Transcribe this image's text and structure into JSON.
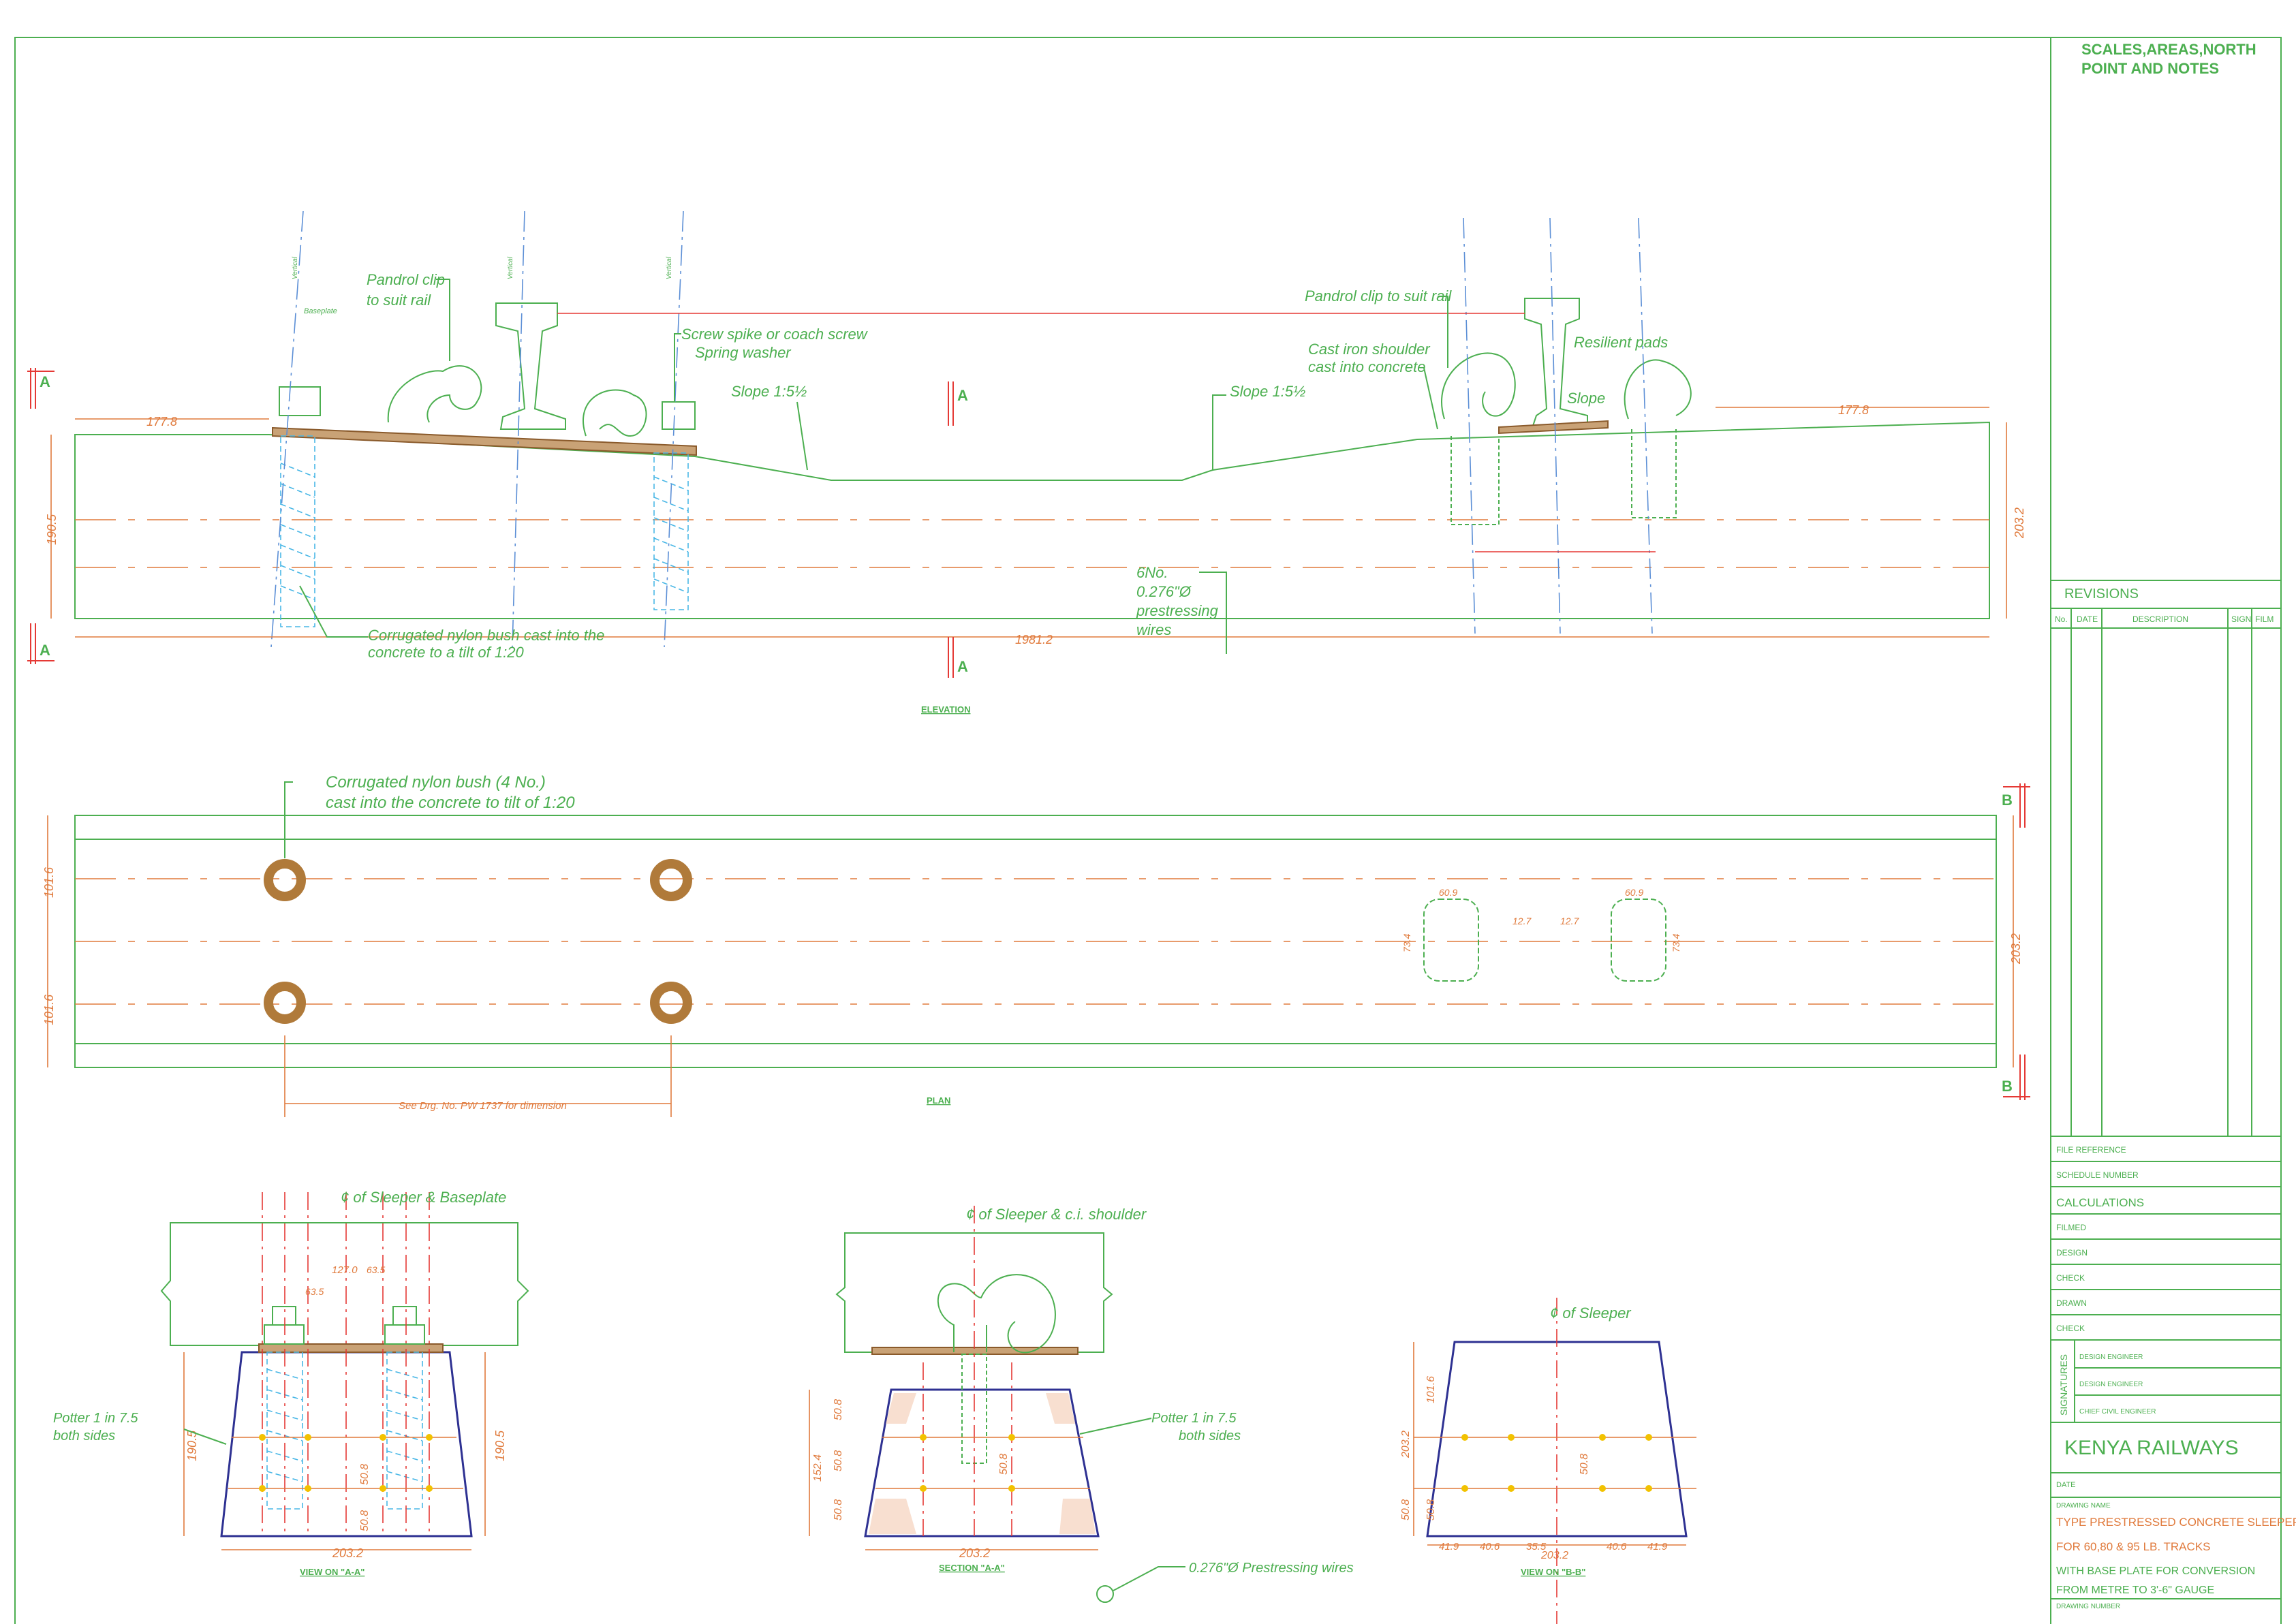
{
  "title_block": {
    "scales_header_line1": "SCALES,AREAS,NORTH",
    "scales_header_line2": "POINT AND NOTES",
    "revisions": "REVISIONS",
    "rev_cols": [
      "No.",
      "DATE",
      "DESCRIPTION",
      "SIGN",
      "FILM"
    ],
    "file_reference": "FILE REFERENCE",
    "schedule_number": "SCHEDULE NUMBER",
    "calculations": "CALCULATIONS",
    "filmed": "FILMED",
    "design": "DESIGN",
    "check1": "CHECK",
    "drawn": "DRAWN",
    "check2": "CHECK",
    "signatures": "SIGNATURES",
    "sig_rows": [
      "DESIGN ENGINEER",
      "DESIGN ENGINEER",
      "CHIEF CIVIL ENGINEER"
    ],
    "company": "KENYA RAILWAYS",
    "date": "DATE",
    "drawing_name": "DRAWING NAME",
    "title_line1": "TYPE PRESTRESSED CONCRETE SLEEPER",
    "title_line2": "FOR 60,80 & 95 LB. TRACKS",
    "title_line3": "WITH BASE PLATE FOR CONVERSION",
    "title_line4": "FROM METRE TO 3'-6\" GAUGE",
    "drawing_number": "DRAWING NUMBER"
  },
  "views": {
    "elevation": "ELEVATION",
    "plan": "PLAN",
    "view_aa": "VIEW ON \"A-A\"",
    "section_aa": "SECTION \"A-A\"",
    "view_bb": "VIEW ON \"B-B\""
  },
  "section_marks": {
    "a": "A",
    "b": "B"
  },
  "elevation": {
    "pandrol_clip_left_1": "Pandrol clip",
    "pandrol_clip_left_2": "to suit rail",
    "screw_spike_1": "Screw spike or coach screw",
    "screw_spike_2": "Spring washer",
    "slope_left": "Slope 1:5½",
    "slope_right": "Slope 1:5½",
    "pandrol_clip_right": "Pandrol clip to suit rail",
    "cast_iron_1": "Cast iron shoulder",
    "cast_iron_2": "cast into concrete",
    "resilient_pads": "Resilient pads",
    "slope_small": "Slope",
    "corrugated_1": "Corrugated nylon bush cast into the",
    "corrugated_2": "concrete to a tilt of 1:20",
    "prestress_1": "6No.",
    "prestress_2": "0.276\"Ø",
    "prestress_3": "prestressing",
    "prestress_4": "wires",
    "dim_left": "177.8",
    "dim_right": "177.8",
    "dim_height_left": "190.5",
    "dim_height_right": "203.2",
    "dim_length": "1981.2",
    "baseplate": "Baseplate",
    "vertical": "Vertical"
  },
  "plan": {
    "bush_1": "Corrugated nylon bush (4 No.)",
    "bush_2": "cast into the concrete to tilt of 1:20",
    "see_drg": "See Drg. No. PW 1737 for dimension",
    "dim_left_top": "101.6",
    "dim_left_bot": "101.6",
    "dim_right": "203.2",
    "dim_609_a": "60.9",
    "dim_609_b": "60.9",
    "dim_12_a": "12.7",
    "dim_12_b": "12.7",
    "dim_734_a": "73.4",
    "dim_734_b": "73.4"
  },
  "view_aa": {
    "label": "¢ of Sleeper & Baseplate",
    "potter_1": "Potter 1 in 7.5",
    "potter_2": "both sides",
    "dim_h": "190.5",
    "dim_h2": "190.5",
    "dim_bottom": "203.2",
    "dim_top_1": "127.0",
    "dim_top_2": "63.5",
    "dim_top_3": "63.5",
    "dim_508": "50.8",
    "dim_508b": "50.8"
  },
  "section_aa": {
    "label": "¢ of Sleeper & c.i. shoulder",
    "potter_1": "Potter 1 in 7.5",
    "potter_2": "both sides",
    "dim_bottom": "203.2",
    "dim_h": "152.4",
    "dim_508a": "50.8",
    "dim_508b": "50.8",
    "dim_508c": "50.8",
    "dim_508d": "50.8",
    "wires": "0.276\"Ø Prestressing wires"
  },
  "view_bb": {
    "label": "¢ of Sleeper",
    "dim_h": "203.2",
    "dim_top": "101.6",
    "dim_508a": "50.8",
    "dim_508b": "50.8",
    "dim_508c": "50.8",
    "dim_bottom": "203.2",
    "bottom_dims": [
      "41.9",
      "40.6",
      "35.5",
      "40.6",
      "41.9"
    ]
  }
}
